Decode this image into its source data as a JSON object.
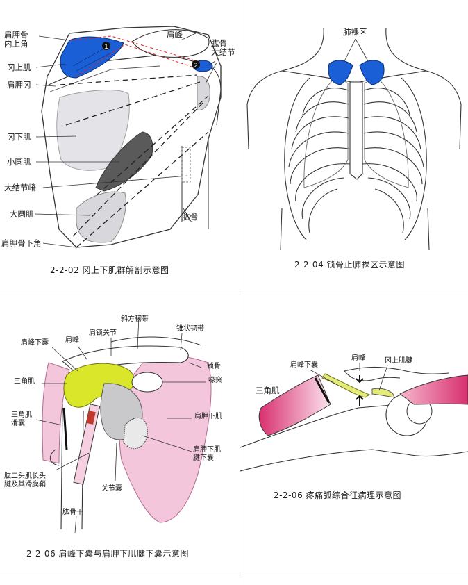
{
  "panels": {
    "p1": {
      "caption": "2-2-02 冈上下肌群解剖示意图",
      "labels": {
        "superior_angle": "肩胛骨\n内上角",
        "supraspinatus": "冈上肌",
        "supraspinous_fossa": "肩胛冈",
        "infraspinatus": "冈下肌",
        "teres_minor": "小圆肌",
        "crest": "大结节嵴",
        "teres_major": "大圆肌",
        "inferior_angle": "肩胛骨下角",
        "acromion": "肩峰",
        "greater_tubercle": "肱骨\n大结节",
        "humerus": "肱骨",
        "marker1": "1",
        "marker2": "2"
      }
    },
    "p2": {
      "caption": "2-2-04 锁骨止肺裸区示意图",
      "labels": {
        "bare_area": "肺裸区"
      }
    },
    "p3": {
      "caption": "2-2-06 肩峰下囊与肩胛下肌腱下囊示意图",
      "labels": {
        "subacromial_bursa": "肩峰下囊",
        "acromion": "肩峰",
        "ac_joint": "肩锁关节",
        "trapezoid": "斜方韧带",
        "conoid": "锥状韧带",
        "clavicle": "锁骨",
        "coracoid": "喙突",
        "deltoid": "三角肌",
        "deltoid_bursa": "三角肌\n滑囊",
        "subscapularis": "肩胛下肌",
        "subscap_bursa": "肩胛下肌\n腱下囊",
        "biceps": "肱二头肌长头\n腱及其滑膜鞘",
        "capsule": "关节囊",
        "shaft": "肱骨干"
      }
    },
    "p4": {
      "caption": "2-2-06 疼痛弧综合征病理示意图",
      "labels": {
        "subacromial_bursa": "肩峰下囊",
        "acromion": "肩峰",
        "supraspinatus_tendon": "冈上肌腱",
        "deltoid": "三角肌"
      }
    }
  },
  "colors": {
    "blue": "#1a5fd6",
    "dark_gray": "#5a5a5a",
    "light_gray": "#d8d8dc",
    "yellow_green": "#d9e62a",
    "pink": "#f3c6dc",
    "magenta": "#d8306f"
  }
}
